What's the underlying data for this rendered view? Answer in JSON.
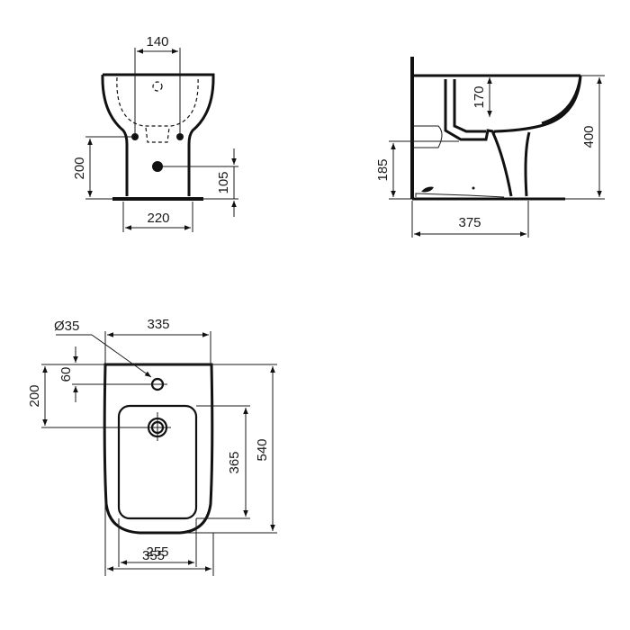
{
  "drawing": {
    "front_view": {
      "dims": {
        "tap_spacing": "140",
        "inlet_height": "200",
        "waste_height": "105",
        "base_width": "220"
      }
    },
    "side_view": {
      "dims": {
        "bowl_depth": "170",
        "total_height": "400",
        "inlet_height": "185",
        "depth": "375"
      }
    },
    "top_view": {
      "dims": {
        "tap_hole_diameter": "Ø35",
        "top_width": "335",
        "tap_hole_offset": "60",
        "waste_offset": "200",
        "bowl_length": "365",
        "total_length": "540",
        "bowl_width": "255",
        "total_width": "355"
      }
    }
  }
}
